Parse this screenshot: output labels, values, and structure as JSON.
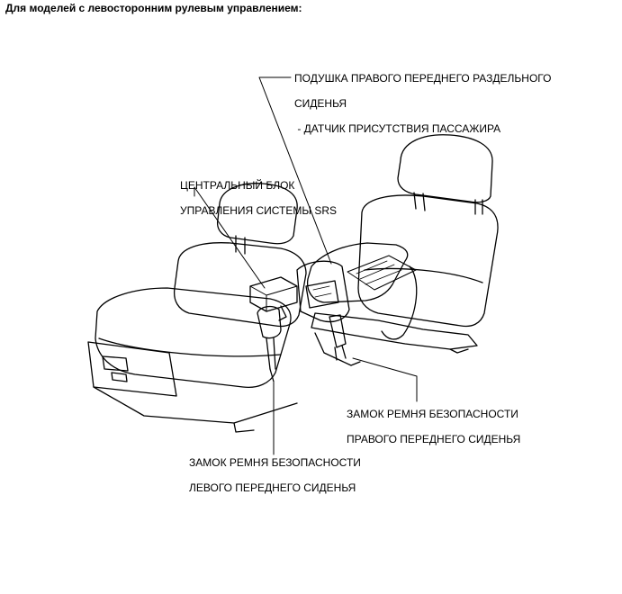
{
  "heading": "Для моделей с левосторонним рулевым управлением:",
  "callouts": {
    "passenger_cushion": {
      "line1": "ПОДУШКА ПРАВОГО ПЕРЕДНЕГО РАЗДЕЛЬНОГО",
      "line2": "СИДЕНЬЯ",
      "line3": " - ДАТЧИК ПРИСУТСТВИЯ ПАССАЖИРА"
    },
    "srs_unit": {
      "line1": "ЦЕНТРАЛЬНЫЙ БЛОК",
      "line2": "УПРАВЛЕНИЯ СИСТЕМЫ SRS"
    },
    "right_buckle": {
      "line1": "ЗАМОК РЕМНЯ БЕЗОПАСНОСТИ",
      "line2": "ПРАВОГО ПЕРЕДНЕГО СИДЕНЬЯ"
    },
    "left_buckle": {
      "line1": "ЗАМОК РЕМНЯ БЕЗОПАСНОСТИ",
      "line2": "ЛЕВОГО ПЕРЕДНЕГО СИДЕНЬЯ"
    }
  }
}
